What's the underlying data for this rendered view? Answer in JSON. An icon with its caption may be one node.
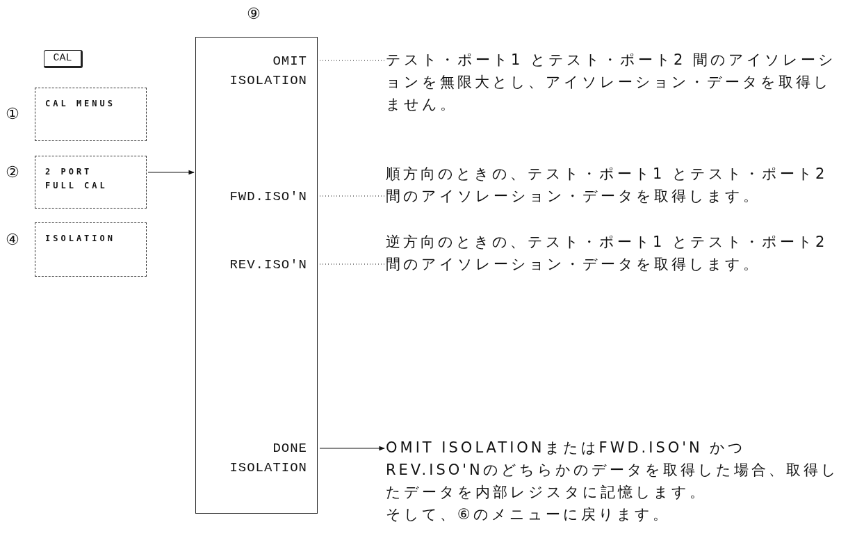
{
  "diagram": {
    "nodes": [
      {
        "text": [
          "CAL"
        ]
      },
      {
        "text": [
          "CAL MENUS"
        ],
        "beside": [
          "①"
        ]
      },
      {
        "text": [
          "2 PORT FULL CAL"
        ],
        "beside": [
          "②"
        ]
      },
      {
        "text": [
          "ISOLATION"
        ],
        "beside": [
          "④"
        ]
      },
      {
        "text": [],
        "shape": "box",
        "beside": [
          "⑨"
        ]
      },
      {
        "text": [
          "OMIT ISOLATION"
        ],
        "in": 4
      },
      {
        "text": [
          "テスト・ポート1 とテスト・ポート2 間のアイソレーションを無限大とし、アイソレーション・データを取得しません。"
        ]
      },
      {
        "text": [
          "FWD.ISO'N"
        ],
        "in": 4
      },
      {
        "text": [
          "順方向のときの、テスト・ポート1 とテスト・ポート2 間のアイソレーション・データを取得します。"
        ]
      },
      {
        "text": [
          "REV.ISO'N"
        ],
        "in": 4
      },
      {
        "text": [
          "逆方向のときの、テスト・ポート1 とテスト・ポート2 間のアイソレーション・データを取得します。"
        ]
      },
      {
        "text": [
          "DONE ISOLATION"
        ],
        "in": 4
      },
      {
        "text": [
          "OMIT ISOLATIONまたはFWD.ISO'N かつ REV.ISO'Nのどちらかのデータを取得した場合、取得したデータを内部レジスタに記憶します。",
          "そして、⑥のメニューに戻ります。"
        ]
      }
    ],
    "edges": [
      {
        "from": 2,
        "to": 4,
        "arrow": "to"
      },
      {
        "from": 5,
        "to": 6,
        "arrow": "none",
        "style": "dashed"
      },
      {
        "from": 7,
        "to": 8,
        "arrow": "none",
        "style": "dashed"
      },
      {
        "from": 9,
        "to": 10,
        "arrow": "none",
        "style": "dashed"
      },
      {
        "from": 11,
        "to": 12,
        "arrow": "to"
      }
    ]
  }
}
